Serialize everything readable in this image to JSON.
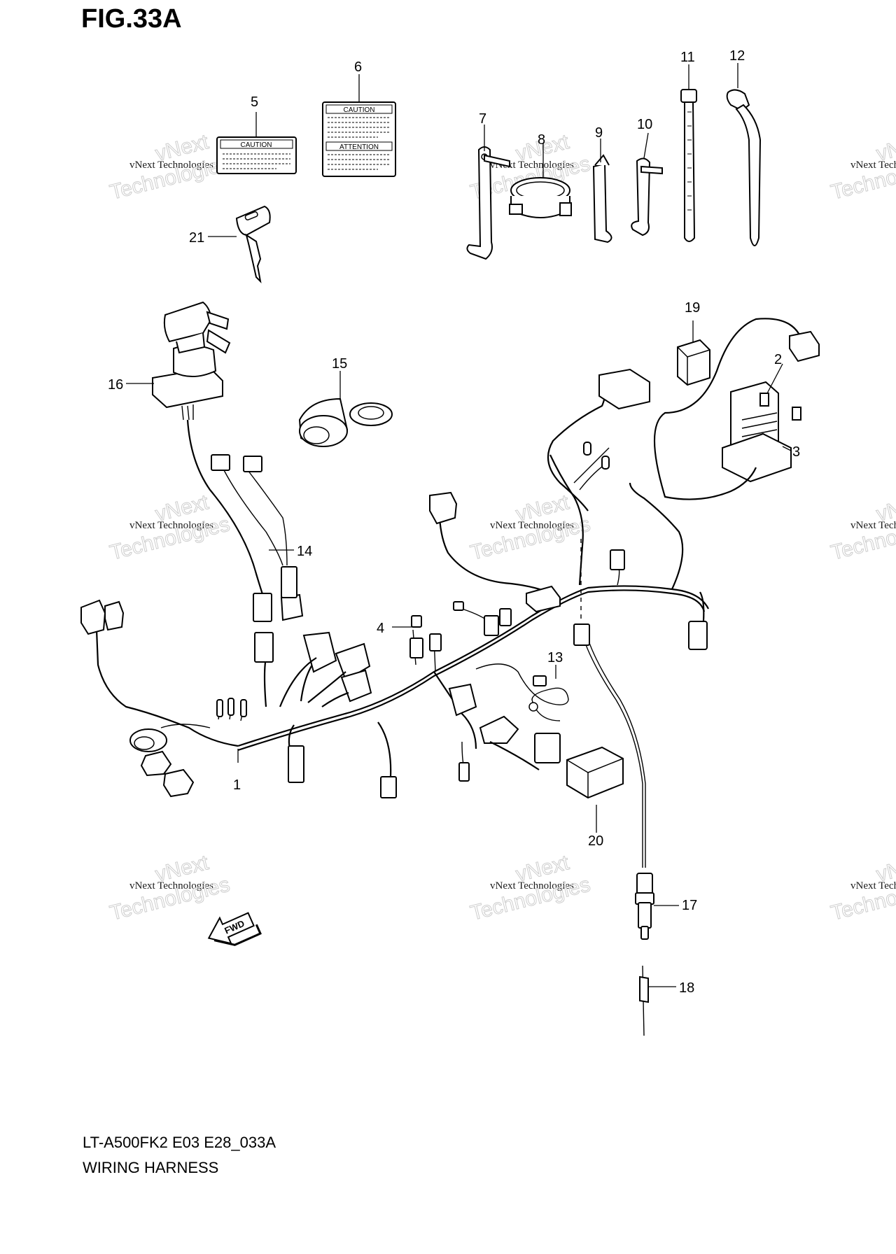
{
  "figure_title": "FIG.33A",
  "caption": {
    "model": "LT-A500FK2 E03 E28_033A",
    "name": "WIRING HARNESS"
  },
  "callouts": [
    {
      "id": "c1",
      "label": "1"
    },
    {
      "id": "c2",
      "label": "2"
    },
    {
      "id": "c3",
      "label": "3"
    },
    {
      "id": "c4",
      "label": "4"
    },
    {
      "id": "c5",
      "label": "5"
    },
    {
      "id": "c6",
      "label": "6"
    },
    {
      "id": "c7",
      "label": "7"
    },
    {
      "id": "c8",
      "label": "8"
    },
    {
      "id": "c9",
      "label": "9"
    },
    {
      "id": "c10",
      "label": "10"
    },
    {
      "id": "c11",
      "label": "11"
    },
    {
      "id": "c12",
      "label": "12"
    },
    {
      "id": "c13",
      "label": "13"
    },
    {
      "id": "c14",
      "label": "14"
    },
    {
      "id": "c15",
      "label": "15"
    },
    {
      "id": "c16",
      "label": "16"
    },
    {
      "id": "c17",
      "label": "17"
    },
    {
      "id": "c18",
      "label": "18"
    },
    {
      "id": "c19",
      "label": "19"
    },
    {
      "id": "c20",
      "label": "20"
    },
    {
      "id": "c21",
      "label": "21"
    }
  ],
  "labels": {
    "label5_header": "CAUTION",
    "label6_header_top": "CAUTION",
    "label6_header_bottom": "ATTENTION"
  },
  "fwd_arrow": "FWD",
  "watermark": {
    "line1": "vNext Technologies",
    "line2": "vNext",
    "line3": "Technologies"
  }
}
